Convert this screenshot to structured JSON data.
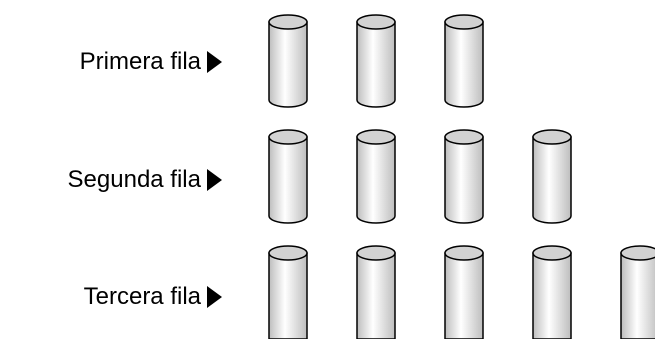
{
  "rows": [
    {
      "label": "Primera fila",
      "count": 3
    },
    {
      "label": "Segunda fila",
      "count": 4
    },
    {
      "label": "Tercera fila",
      "count": 5
    }
  ],
  "colors": {
    "cylinder_light": "#ffffff",
    "cylinder_dark": "#bdbdbd",
    "cylinder_top": "#d2d2d2",
    "stroke": "#000000"
  },
  "icons": {
    "row_pointer": "right-triangle-arrow-icon",
    "cylinder": "cylinder-icon"
  }
}
